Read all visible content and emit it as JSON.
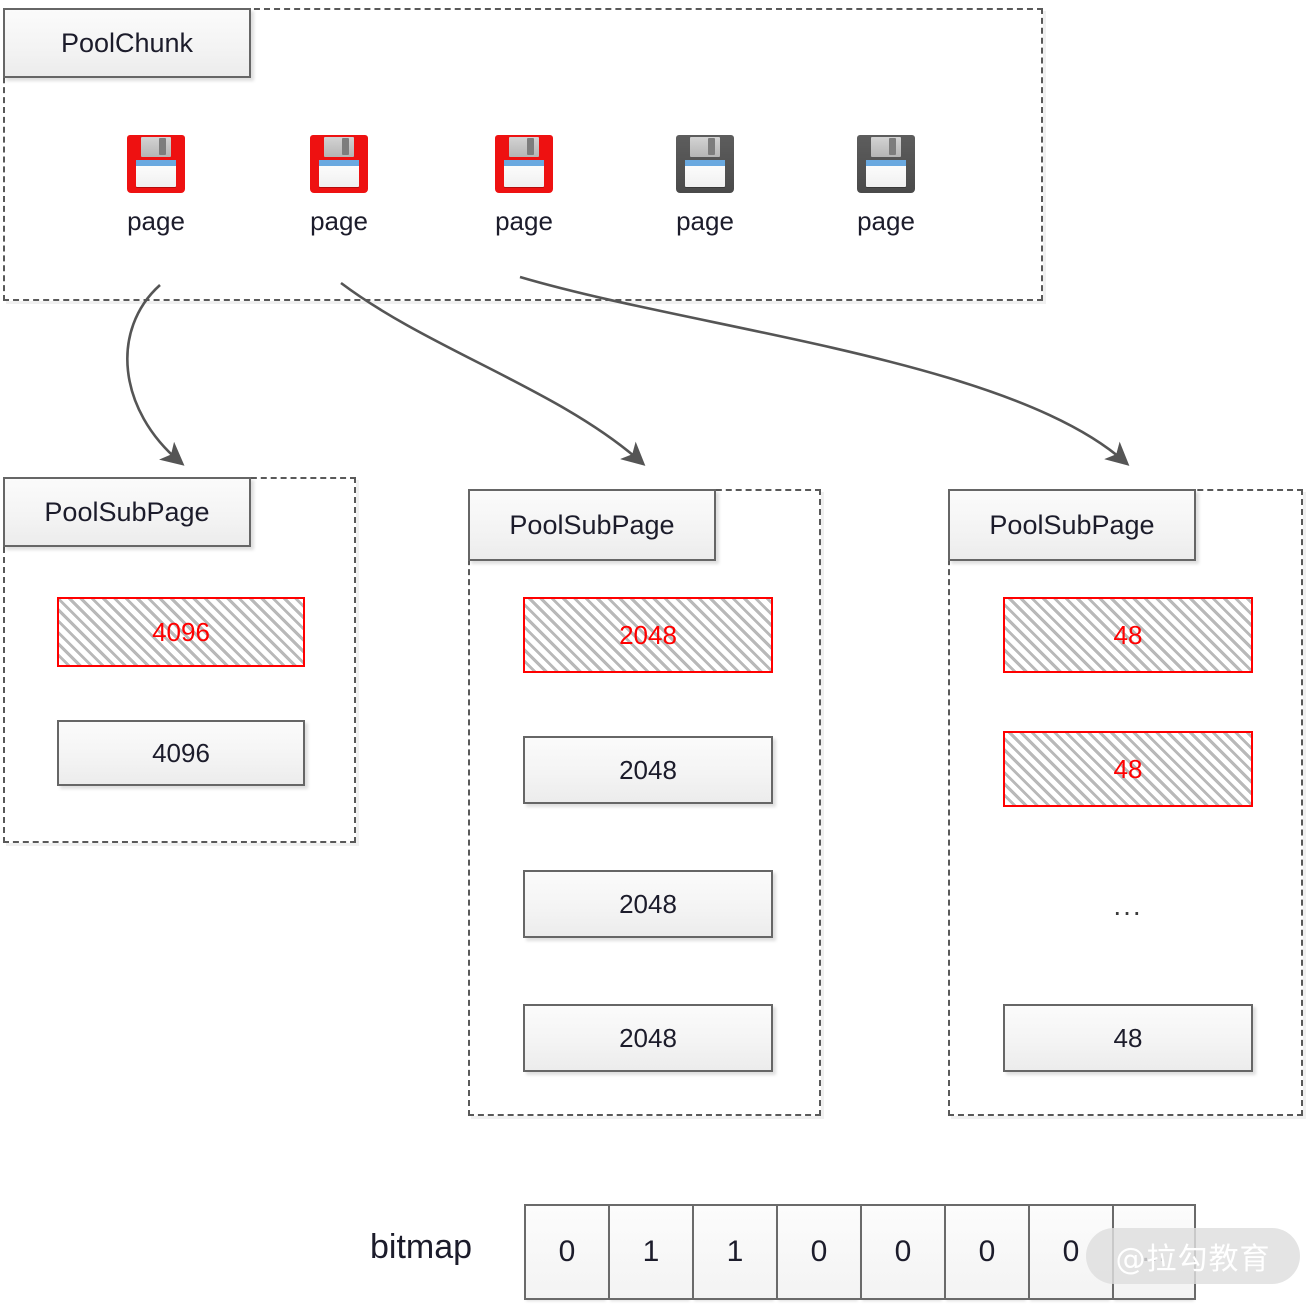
{
  "chunk": {
    "title": "PoolChunk",
    "pages": [
      {
        "label": "page",
        "state": "allocated",
        "icon": "floppy-disk-icon"
      },
      {
        "label": "page",
        "state": "allocated",
        "icon": "floppy-disk-icon"
      },
      {
        "label": "page",
        "state": "allocated",
        "icon": "floppy-disk-icon"
      },
      {
        "label": "page",
        "state": "free",
        "icon": "floppy-disk-icon"
      },
      {
        "label": "page",
        "state": "free",
        "icon": "floppy-disk-icon"
      }
    ]
  },
  "subpages": [
    {
      "title": "PoolSubPage",
      "slots": [
        {
          "value": "4096",
          "state": "allocated"
        },
        {
          "value": "4096",
          "state": "free"
        }
      ]
    },
    {
      "title": "PoolSubPage",
      "slots": [
        {
          "value": "2048",
          "state": "allocated"
        },
        {
          "value": "2048",
          "state": "free"
        },
        {
          "value": "2048",
          "state": "free"
        },
        {
          "value": "2048",
          "state": "free"
        }
      ]
    },
    {
      "title": "PoolSubPage",
      "slots": [
        {
          "value": "48",
          "state": "allocated"
        },
        {
          "value": "48",
          "state": "allocated"
        },
        {
          "value": "...",
          "state": "ellipsis"
        },
        {
          "value": "48",
          "state": "free"
        }
      ]
    }
  ],
  "bitmap": {
    "label": "bitmap",
    "cells": [
      "0",
      "1",
      "1",
      "0",
      "0",
      "0",
      "0",
      "..."
    ]
  },
  "watermark": {
    "text": "@拉勾教育"
  },
  "colors": {
    "allocated_red": "#ff0000",
    "border_gray": "#666666",
    "dashed_gray": "#595959",
    "text_dark": "#1c1c2b",
    "floppy_red": "#ee1111",
    "floppy_gray": "#4f4f4f",
    "floppy_stripe_blue": "#6aa9e0"
  }
}
